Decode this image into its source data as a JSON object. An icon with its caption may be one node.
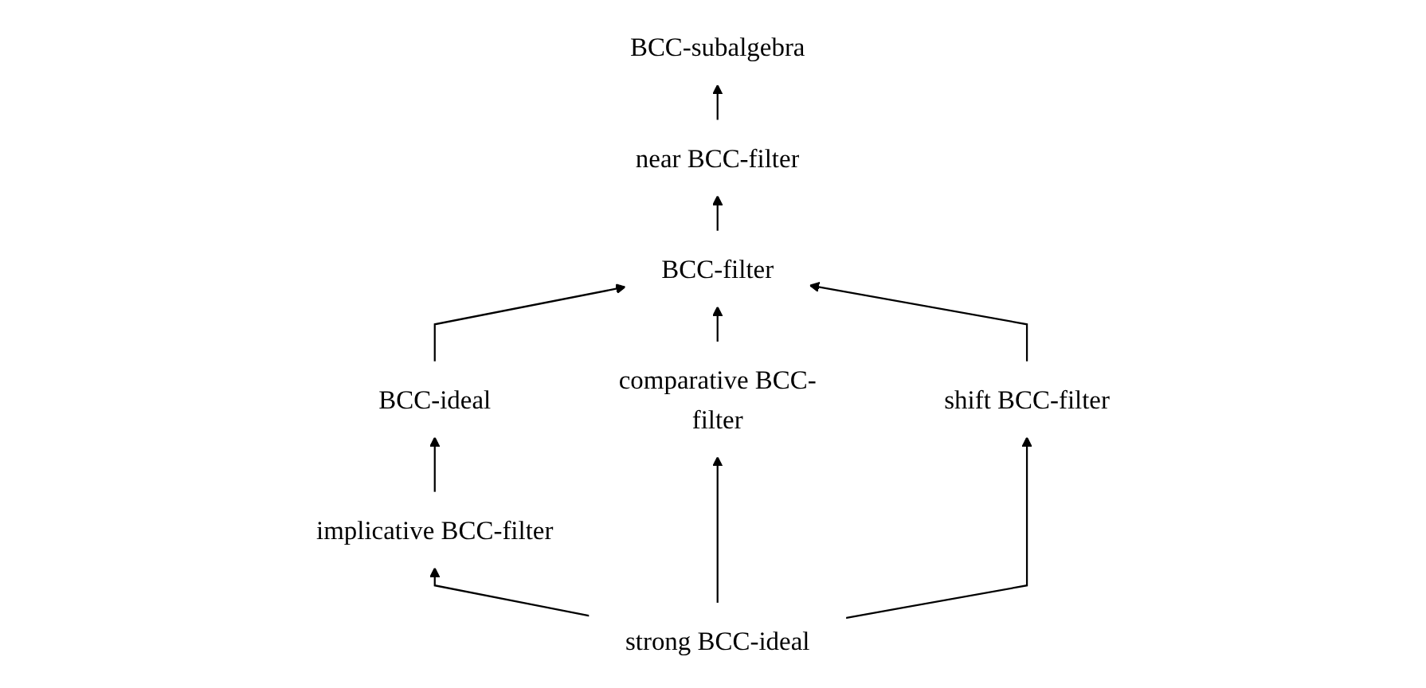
{
  "diagram": {
    "nodes": [
      {
        "text": [
          "BCC-subalgebra"
        ]
      },
      {
        "text": [
          "near BCC-filter"
        ]
      },
      {
        "text": [
          "BCC-filter"
        ]
      },
      {
        "text": [
          "BCC-ideal"
        ]
      },
      {
        "text": [
          "comparative BCC-filter"
        ]
      },
      {
        "text": [
          "implicative BCC-filter"
        ]
      },
      {
        "text": [
          "shift BCC-filter"
        ]
      },
      {
        "text": [
          "strong BCC-ideal"
        ]
      }
    ],
    "edges": [
      {
        "from": 1,
        "to": 0,
        "arrow": "to"
      },
      {
        "from": 2,
        "to": 1,
        "arrow": "to"
      },
      {
        "from": 3,
        "to": 2,
        "arrow": "to"
      },
      {
        "from": 4,
        "to": 2,
        "arrow": "to"
      },
      {
        "from": 5,
        "to": 3,
        "arrow": "to"
      },
      {
        "from": 6,
        "to": 2,
        "arrow": "to"
      },
      {
        "from": 7,
        "to": 4,
        "arrow": "to"
      },
      {
        "from": 7,
        "to": 5,
        "arrow": "to"
      },
      {
        "from": 7,
        "to": 6,
        "arrow": "to"
      }
    ]
  }
}
